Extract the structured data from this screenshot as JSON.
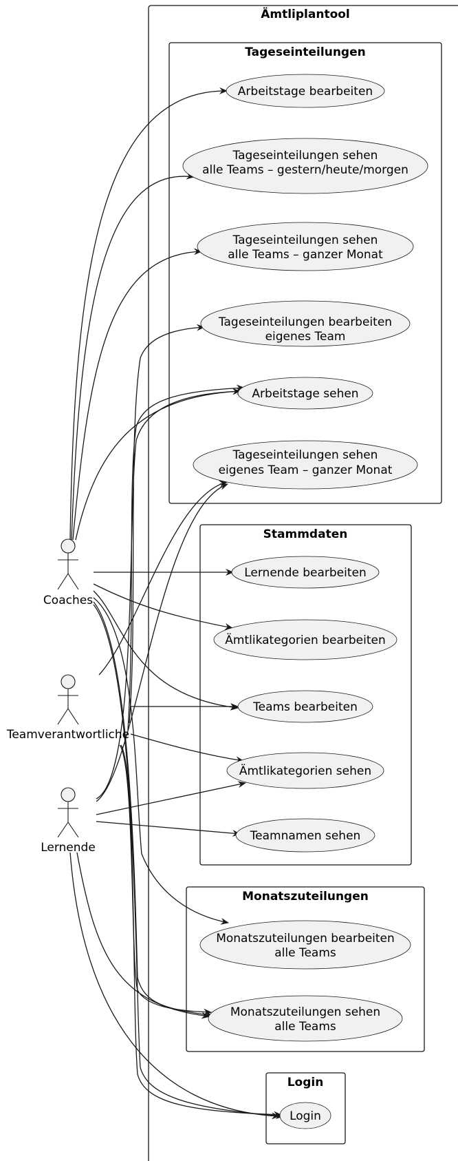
{
  "system": {
    "title": "Ämtliplantool"
  },
  "packages": {
    "tageseinteilungen": {
      "title": "Tageseinteilungen",
      "use_cases": {
        "arbeitstage_bearbeiten": [
          "Arbeitstage bearbeiten"
        ],
        "tages_sehen_alle_ghm": [
          "Tageseinteilungen sehen",
          "alle Teams – gestern/heute/morgen"
        ],
        "tages_sehen_alle_monat": [
          "Tageseinteilungen sehen",
          "alle Teams – ganzer Monat"
        ],
        "tages_bearbeiten_eigenes": [
          "Tageseinteilungen bearbeiten",
          "eigenes Team"
        ],
        "arbeitstage_sehen": [
          "Arbeitstage sehen"
        ],
        "tages_sehen_eigenes_monat": [
          "Tageseinteilungen sehen",
          "eigenes Team – ganzer Monat"
        ]
      }
    },
    "stammdaten": {
      "title": "Stammdaten",
      "use_cases": {
        "lernende_bearbeiten": [
          "Lernende bearbeiten"
        ],
        "aemtlikat_bearbeiten": [
          "Ämtlikategorien bearbeiten"
        ],
        "teams_bearbeiten": [
          "Teams bearbeiten"
        ],
        "aemtlikat_sehen": [
          "Ämtlikategorien sehen"
        ],
        "teamnamen_sehen": [
          "Teamnamen sehen"
        ]
      }
    },
    "monatszuteilungen": {
      "title": "Monatszuteilungen",
      "use_cases": {
        "monats_bearbeiten": [
          "Monatszuteilungen bearbeiten",
          "alle Teams"
        ],
        "monats_sehen": [
          "Monatszuteilungen sehen",
          "alle Teams"
        ]
      }
    },
    "login": {
      "title": "Login",
      "use_cases": {
        "login": [
          "Login"
        ]
      }
    }
  },
  "actors": {
    "coaches": "Coaches",
    "teamverantwortliche": "Teamverantwortliche",
    "lernende": "Lernende"
  },
  "associations": [
    {
      "from": "Coaches",
      "to": "Arbeitstage bearbeiten"
    },
    {
      "from": "Coaches",
      "to": "Tageseinteilungen sehen alle Teams – gestern/heute/morgen"
    },
    {
      "from": "Coaches",
      "to": "Tageseinteilungen sehen alle Teams – ganzer Monat"
    },
    {
      "from": "Coaches",
      "to": "Arbeitstage sehen"
    },
    {
      "from": "Coaches",
      "to": "Lernende bearbeiten"
    },
    {
      "from": "Coaches",
      "to": "Ämtlikategorien bearbeiten"
    },
    {
      "from": "Coaches",
      "to": "Teams bearbeiten"
    },
    {
      "from": "Coaches",
      "to": "Monatszuteilungen bearbeiten alle Teams"
    },
    {
      "from": "Coaches",
      "to": "Monatszuteilungen sehen alle Teams"
    },
    {
      "from": "Coaches",
      "to": "Login"
    },
    {
      "from": "Teamverantwortliche",
      "to": "Tageseinteilungen bearbeiten eigenes Team"
    },
    {
      "from": "Teamverantwortliche",
      "to": "Arbeitstage sehen"
    },
    {
      "from": "Teamverantwortliche",
      "to": "Tageseinteilungen sehen eigenes Team – ganzer Monat"
    },
    {
      "from": "Teamverantwortliche",
      "to": "Teams bearbeiten"
    },
    {
      "from": "Teamverantwortliche",
      "to": "Ämtlikategorien sehen"
    },
    {
      "from": "Teamverantwortliche",
      "to": "Monatszuteilungen sehen alle Teams"
    },
    {
      "from": "Teamverantwortliche",
      "to": "Login"
    },
    {
      "from": "Lernende",
      "to": "Arbeitstage sehen"
    },
    {
      "from": "Lernende",
      "to": "Tageseinteilungen sehen eigenes Team – ganzer Monat"
    },
    {
      "from": "Lernende",
      "to": "Ämtlikategorien sehen"
    },
    {
      "from": "Lernende",
      "to": "Teamnamen sehen"
    },
    {
      "from": "Lernende",
      "to": "Monatszuteilungen sehen alle Teams"
    },
    {
      "from": "Lernende",
      "to": "Login"
    }
  ]
}
